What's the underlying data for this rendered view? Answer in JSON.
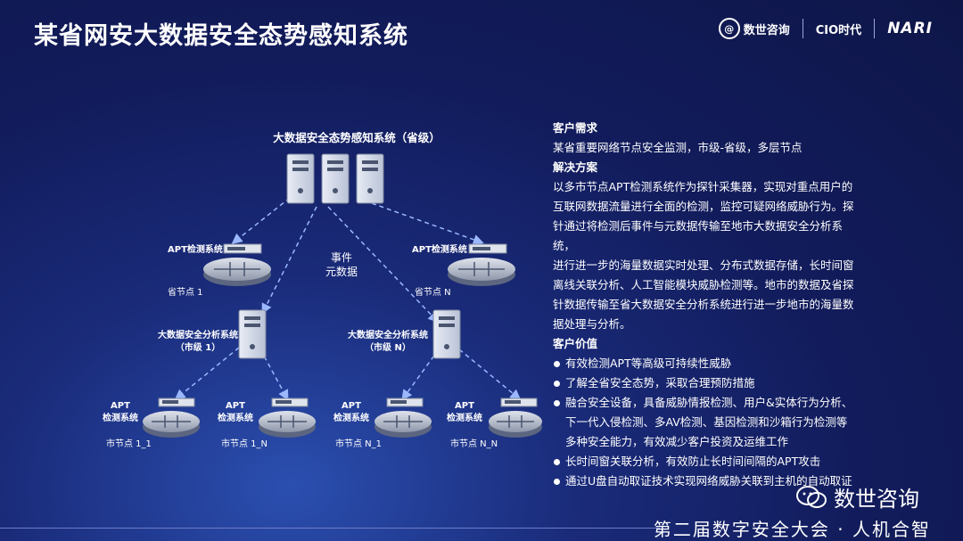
{
  "title": "某省网安大数据安全态势感知系统",
  "logos": {
    "shushi": "数世咨询",
    "cio": "CIO时代",
    "nari": "NARI"
  },
  "diagram": {
    "top_label": "大数据安全态势感知系统（省级）",
    "event_label_1": "事件",
    "event_label_2": "元数据",
    "prov_apt_1": "APT检测系统",
    "prov_apt_n": "APT检测系统",
    "prov_node_1": "省节点 1",
    "prov_node_n": "省节点 N",
    "city_sys_1_line1": "大数据安全分析系统",
    "city_sys_1_line2": "（市级 1）",
    "city_sys_n_line1": "大数据安全分析系统",
    "city_sys_n_line2": "（市级 N）",
    "apt_line1": "APT",
    "apt_line2": "检测系统",
    "city_node_1_1": "市节点 1_1",
    "city_node_1_n": "市节点 1_N",
    "city_node_n_1": "市节点 N_1",
    "city_node_n_n": "市节点 N_N"
  },
  "panel": {
    "need_heading": "客户需求",
    "need_text": "某省重要网络节点安全监测，市级-省级，多层节点",
    "solution_heading": "解决方案",
    "solution_lines": [
      "以多市节点APT检测系统作为探针采集器，实现对重点用户的",
      "互联网数据流量进行全面的检测，监控可疑网络威胁行为。探",
      "针通过将检测后事件与元数据传输至地市大数据安全分析系统，",
      "进行进一步的海量数据实时处理、分布式数据存储，长时间窗",
      "离线关联分析、人工智能模块威胁检测等。地市的数据及省探",
      "针数据传输至省大数据安全分析系统进行进一步地市的海量数",
      "据处理与分析。"
    ],
    "value_heading": "客户价值",
    "value_items": [
      "有效检测APT等高级可持续性威胁",
      "了解全省安全态势，采取合理预防措施",
      "融合安全设备，具备威胁情报检测、用户&实体行为分析、",
      "长时间窗关联分析，有效防止长时间间隔的APT攻击",
      "通过U盘自动取证技术实现网络威胁关联到主机的自动取证"
    ],
    "value_item3_cont": [
      "下一代入侵检测、多AV检测、基因检测和沙箱行为检测等",
      "多种安全能力，有效减少客户投资及运维工作"
    ]
  },
  "wechat_label": "数世咨询",
  "footer": "第二届数字安全大会 · 人机合智"
}
